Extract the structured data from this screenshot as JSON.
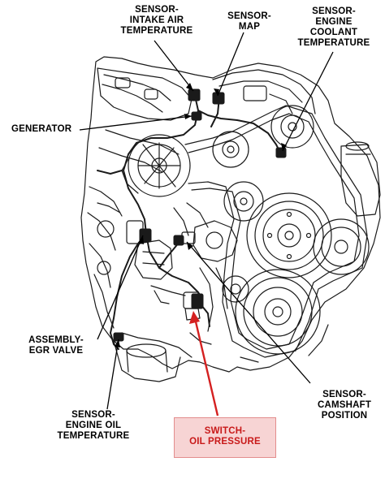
{
  "labels": {
    "iat": [
      "SENSOR-",
      "INTAKE AIR",
      "TEMPERATURE"
    ],
    "map": [
      "SENSOR-",
      "MAP"
    ],
    "ect": [
      "SENSOR-",
      "ENGINE",
      "COOLANT",
      "TEMPERATURE"
    ],
    "generator": [
      "GENERATOR"
    ],
    "egr": [
      "ASSEMBLY-",
      "EGR VALVE"
    ],
    "eot": [
      "SENSOR-",
      "ENGINE OIL",
      "TEMPERATURE"
    ],
    "cmp": [
      "SENSOR-",
      "CAMSHAFT",
      "POSITION"
    ],
    "oil_pressure": [
      "SWITCH-",
      "OIL PRESSURE"
    ]
  },
  "colors": {
    "linework": "#1a1a1a",
    "highlight_text": "#c81919",
    "highlight_fill": "#f7d4d4",
    "highlight_border": "#e38d8d",
    "highlight_arrow": "#d42020"
  }
}
